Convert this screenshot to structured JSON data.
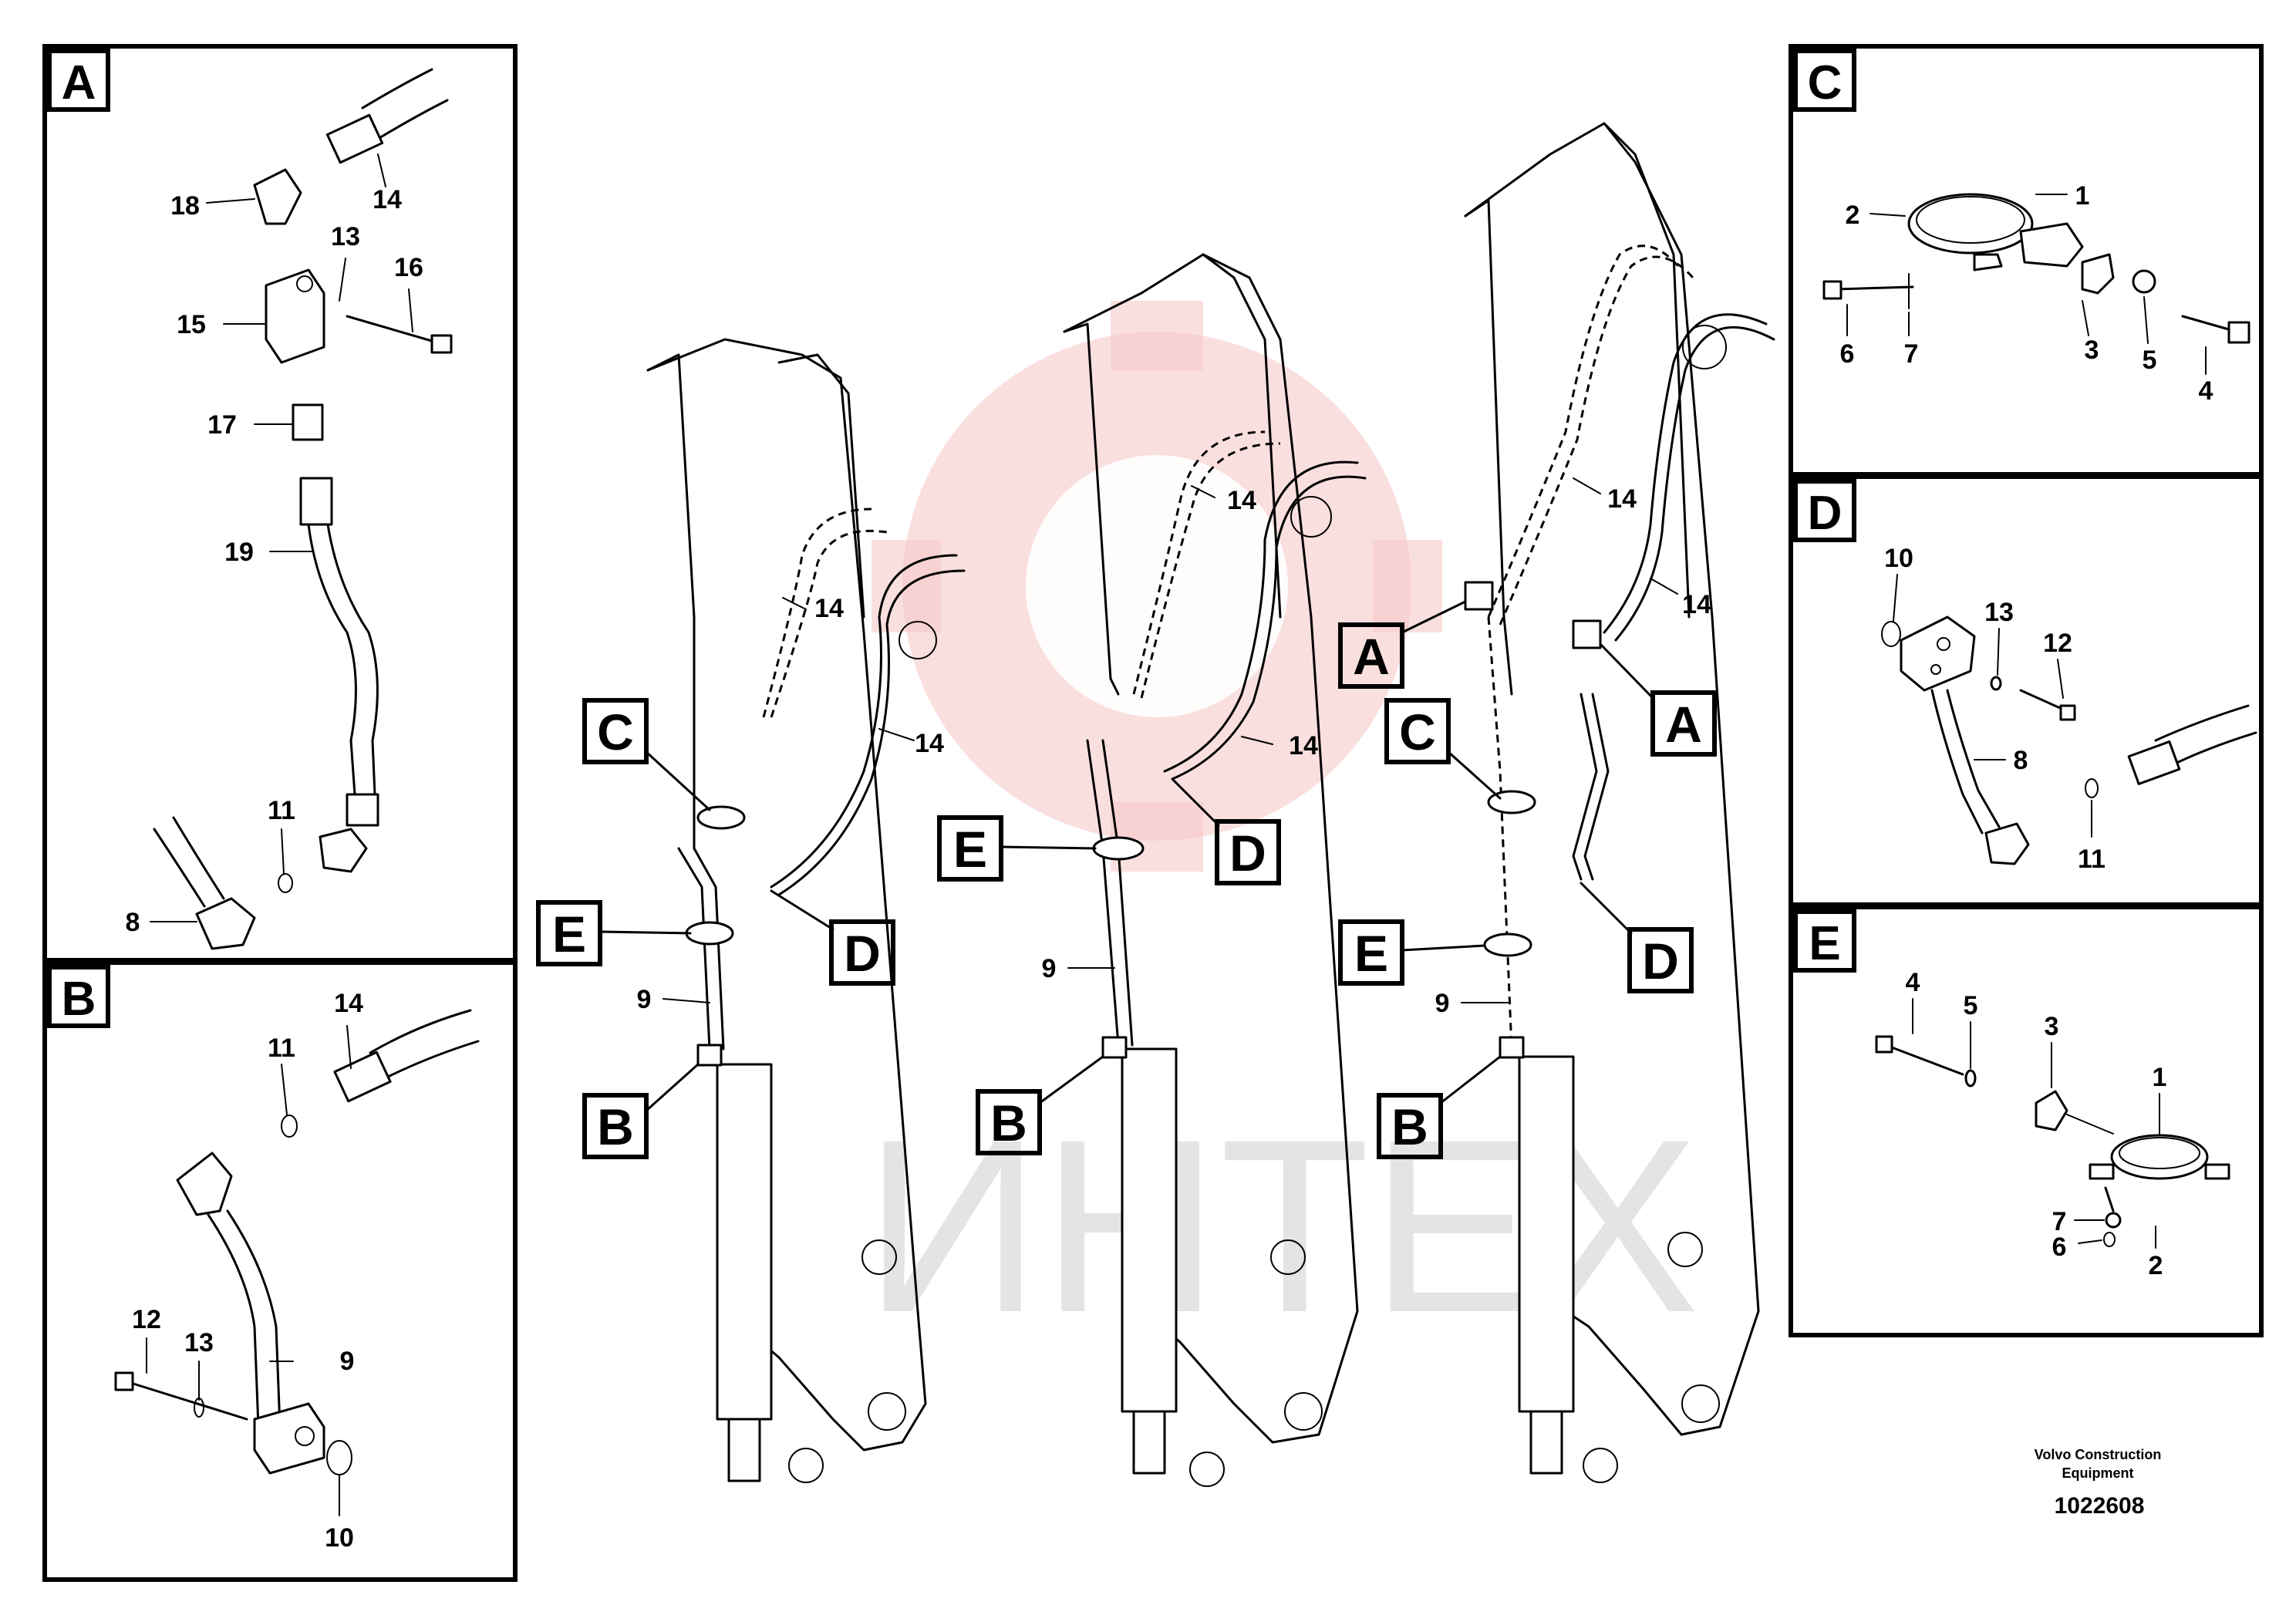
{
  "watermark": {
    "text": "ИНТЕХ",
    "gear_color": "#f4c2c2"
  },
  "footer": {
    "company_line1": "Volvo Construction",
    "company_line2": "Equipment",
    "document_number": "1022608"
  },
  "panels": {
    "A": {
      "letter": "A",
      "labels": {
        "p18": "18",
        "p14": "14",
        "p13": "13",
        "p16": "16",
        "p15": "15",
        "p17": "17",
        "p19": "19",
        "p11": "11",
        "p8": "8"
      }
    },
    "B": {
      "letter": "B",
      "labels": {
        "p14": "14",
        "p11": "11",
        "p12": "12",
        "p13": "13",
        "p9": "9",
        "p10": "10"
      }
    },
    "C": {
      "letter": "C",
      "labels": {
        "p2": "2",
        "p1": "1",
        "p6": "6",
        "p7": "7",
        "p3": "3",
        "p5": "5",
        "p4": "4"
      }
    },
    "D": {
      "letter": "D",
      "labels": {
        "p10": "10",
        "p13": "13",
        "p12": "12",
        "p8": "8",
        "p11": "11"
      }
    },
    "E": {
      "letter": "E",
      "labels": {
        "p4": "4",
        "p5": "5",
        "p3": "3",
        "p1": "1",
        "p7": "7",
        "p6": "6",
        "p2": "2"
      }
    }
  },
  "booms": [
    {
      "callouts": {
        "C": "C",
        "E": "E",
        "B": "B",
        "D": "D"
      },
      "labels": {
        "h14a": "14",
        "h14b": "14",
        "p9": "9"
      }
    },
    {
      "callouts": {
        "E": "E",
        "B": "B",
        "D": "D"
      },
      "labels": {
        "h14a": "14",
        "h14b": "14",
        "p9": "9"
      }
    },
    {
      "callouts": {
        "A1": "A",
        "A2": "A",
        "C": "C",
        "E": "E",
        "B": "B",
        "D": "D"
      },
      "labels": {
        "h14a": "14",
        "h14b": "14",
        "p9": "9"
      }
    }
  ]
}
